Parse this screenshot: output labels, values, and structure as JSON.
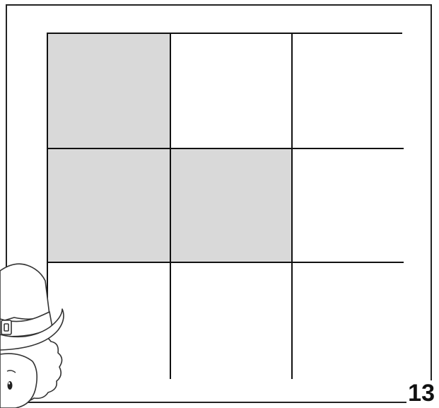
{
  "grid": {
    "rows": 3,
    "columns": 3,
    "shaded_cells": [
      [
        1,
        1
      ],
      [
        2,
        1
      ],
      [
        2,
        2
      ]
    ],
    "shade_color": "#d9d9d9",
    "line_color": "#111111"
  },
  "page_number": "13",
  "decoration": {
    "icon": "leprechaun-hat-character-icon"
  }
}
